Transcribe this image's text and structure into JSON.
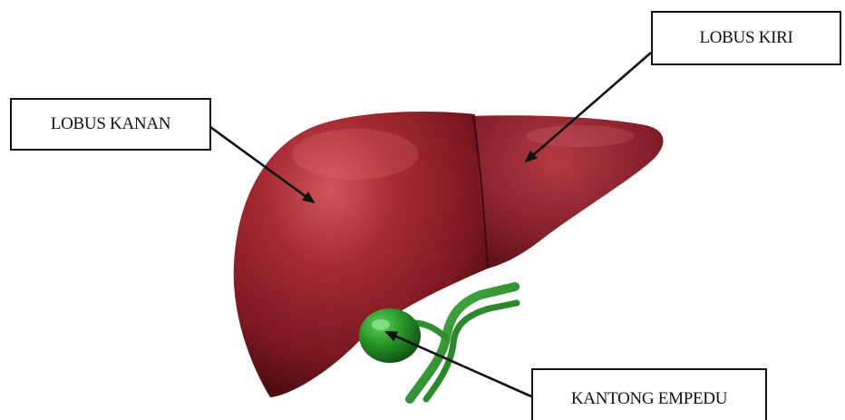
{
  "labels": {
    "right_lobe": "LOBUS KANAN",
    "left_lobe": "LOBUS KIRI",
    "gallbladder": "KANTONG EMPEDU"
  },
  "colors": {
    "liver": "#8e1e26",
    "liver_highlight": "#cf4a52",
    "liver_shadow": "#4a0c12",
    "gallbladder": "#1e7a1e",
    "duct": "#2e8b2e",
    "arrow": "#111111"
  }
}
